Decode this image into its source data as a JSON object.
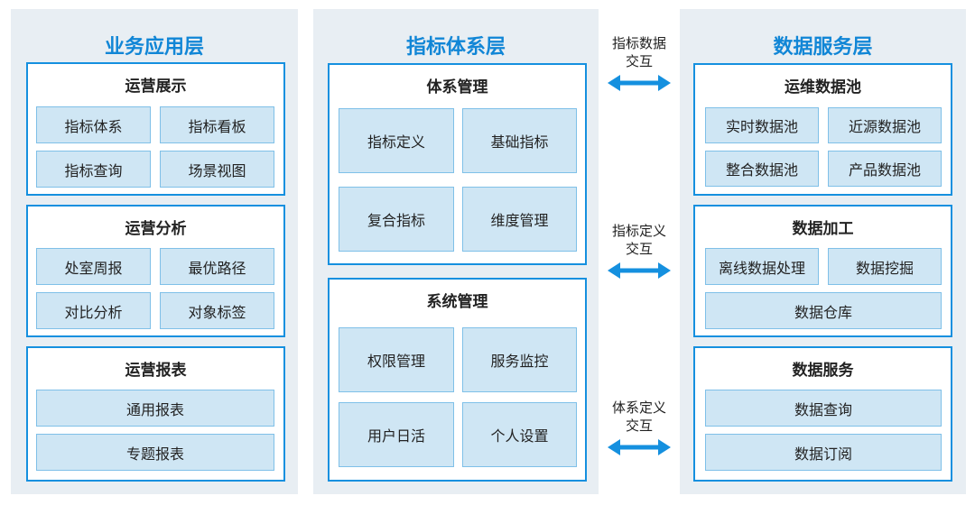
{
  "business_layer": {
    "title": "业务应用层",
    "groups": [
      {
        "title": "运营展示",
        "items": [
          "指标体系",
          "指标看板",
          "指标查询",
          "场景视图"
        ]
      },
      {
        "title": "运营分析",
        "items": [
          "处室周报",
          "最优路径",
          "对比分析",
          "对象标签"
        ]
      },
      {
        "title": "运营报表",
        "items": [
          "通用报表",
          "专题报表"
        ]
      }
    ]
  },
  "indicator_layer": {
    "title": "指标体系层",
    "groups": [
      {
        "title": "体系管理",
        "items": [
          "指标定义",
          "基础指标",
          "复合指标",
          "维度管理"
        ]
      },
      {
        "title": "系统管理",
        "items": [
          "权限管理",
          "服务监控",
          "用户日活",
          "个人设置"
        ]
      }
    ]
  },
  "data_layer": {
    "title": "数据服务层",
    "groups": [
      {
        "title": "运维数据池",
        "items": [
          "实时数据池",
          "近源数据池",
          "整合数据池",
          "产品数据池"
        ]
      },
      {
        "title": "数据加工",
        "items": [
          "离线数据处理",
          "数据挖掘",
          "数据仓库"
        ]
      },
      {
        "title": "数据服务",
        "items": [
          "数据查询",
          "数据订阅"
        ]
      }
    ]
  },
  "interactions": [
    {
      "line1": "指标数据",
      "line2": "交互"
    },
    {
      "line1": "指标定义",
      "line2": "交互"
    },
    {
      "line1": "体系定义",
      "line2": "交互"
    }
  ],
  "colors": {
    "column_bg": "#e8eef3",
    "accent_blue": "#1590df",
    "title_blue": "#1186d6",
    "cell_fill": "#cfe6f4",
    "cell_border": "#7fc0e8"
  }
}
